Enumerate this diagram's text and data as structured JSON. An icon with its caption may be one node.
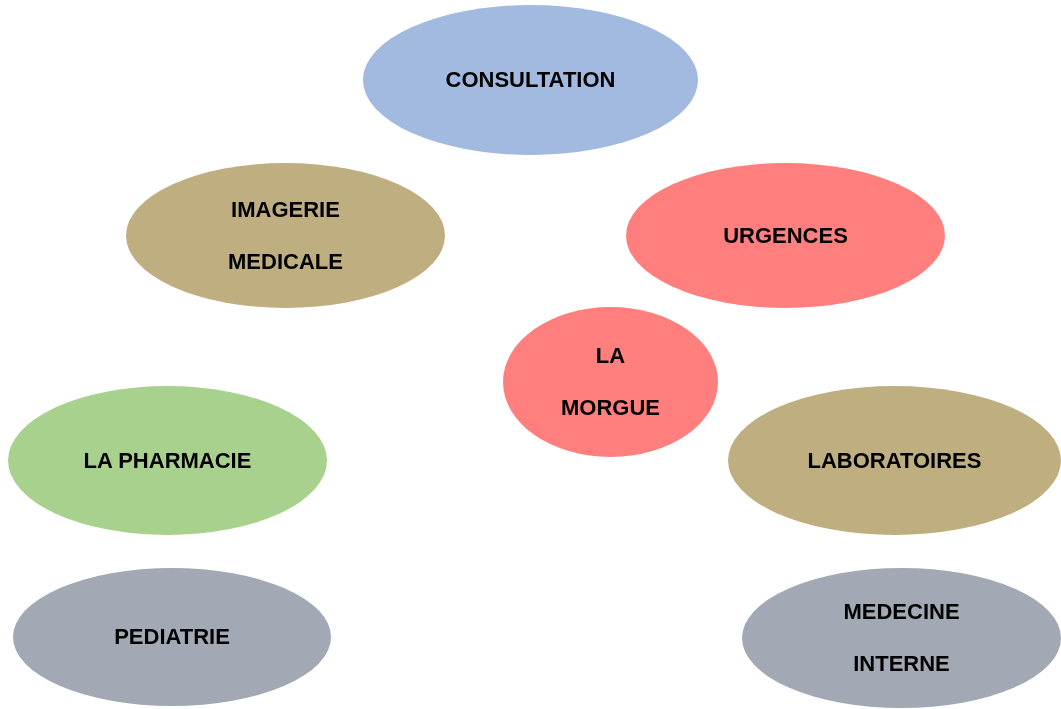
{
  "diagram": {
    "nodes": [
      {
        "text": [
          "CONSULTATION"
        ]
      },
      {
        "text": [
          "IMAGERIE MEDICALE"
        ]
      },
      {
        "text": [
          "URGENCES"
        ]
      },
      {
        "text": [
          "LA MORGUE"
        ]
      },
      {
        "text": [
          "LA PHARMACIE"
        ]
      },
      {
        "text": [
          "LABORATOIRES"
        ]
      },
      {
        "text": [
          "PEDIATRIE"
        ]
      },
      {
        "text": [
          "MEDECINE INTERNE"
        ]
      }
    ]
  }
}
